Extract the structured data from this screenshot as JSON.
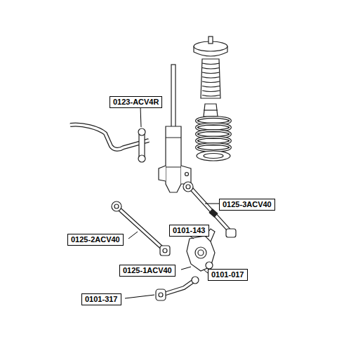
{
  "diagram": {
    "nodes": [
      {
        "text": [
          "0123-ACV4R"
        ]
      },
      {
        "text": [
          "0125-3ACV40"
        ]
      },
      {
        "text": [
          "0101-143"
        ]
      },
      {
        "text": [
          "0125-2ACV40"
        ]
      },
      {
        "text": [
          "0125-1ACV40"
        ]
      },
      {
        "text": [
          "0101-017"
        ]
      },
      {
        "text": [
          "0101-317"
        ]
      }
    ]
  }
}
